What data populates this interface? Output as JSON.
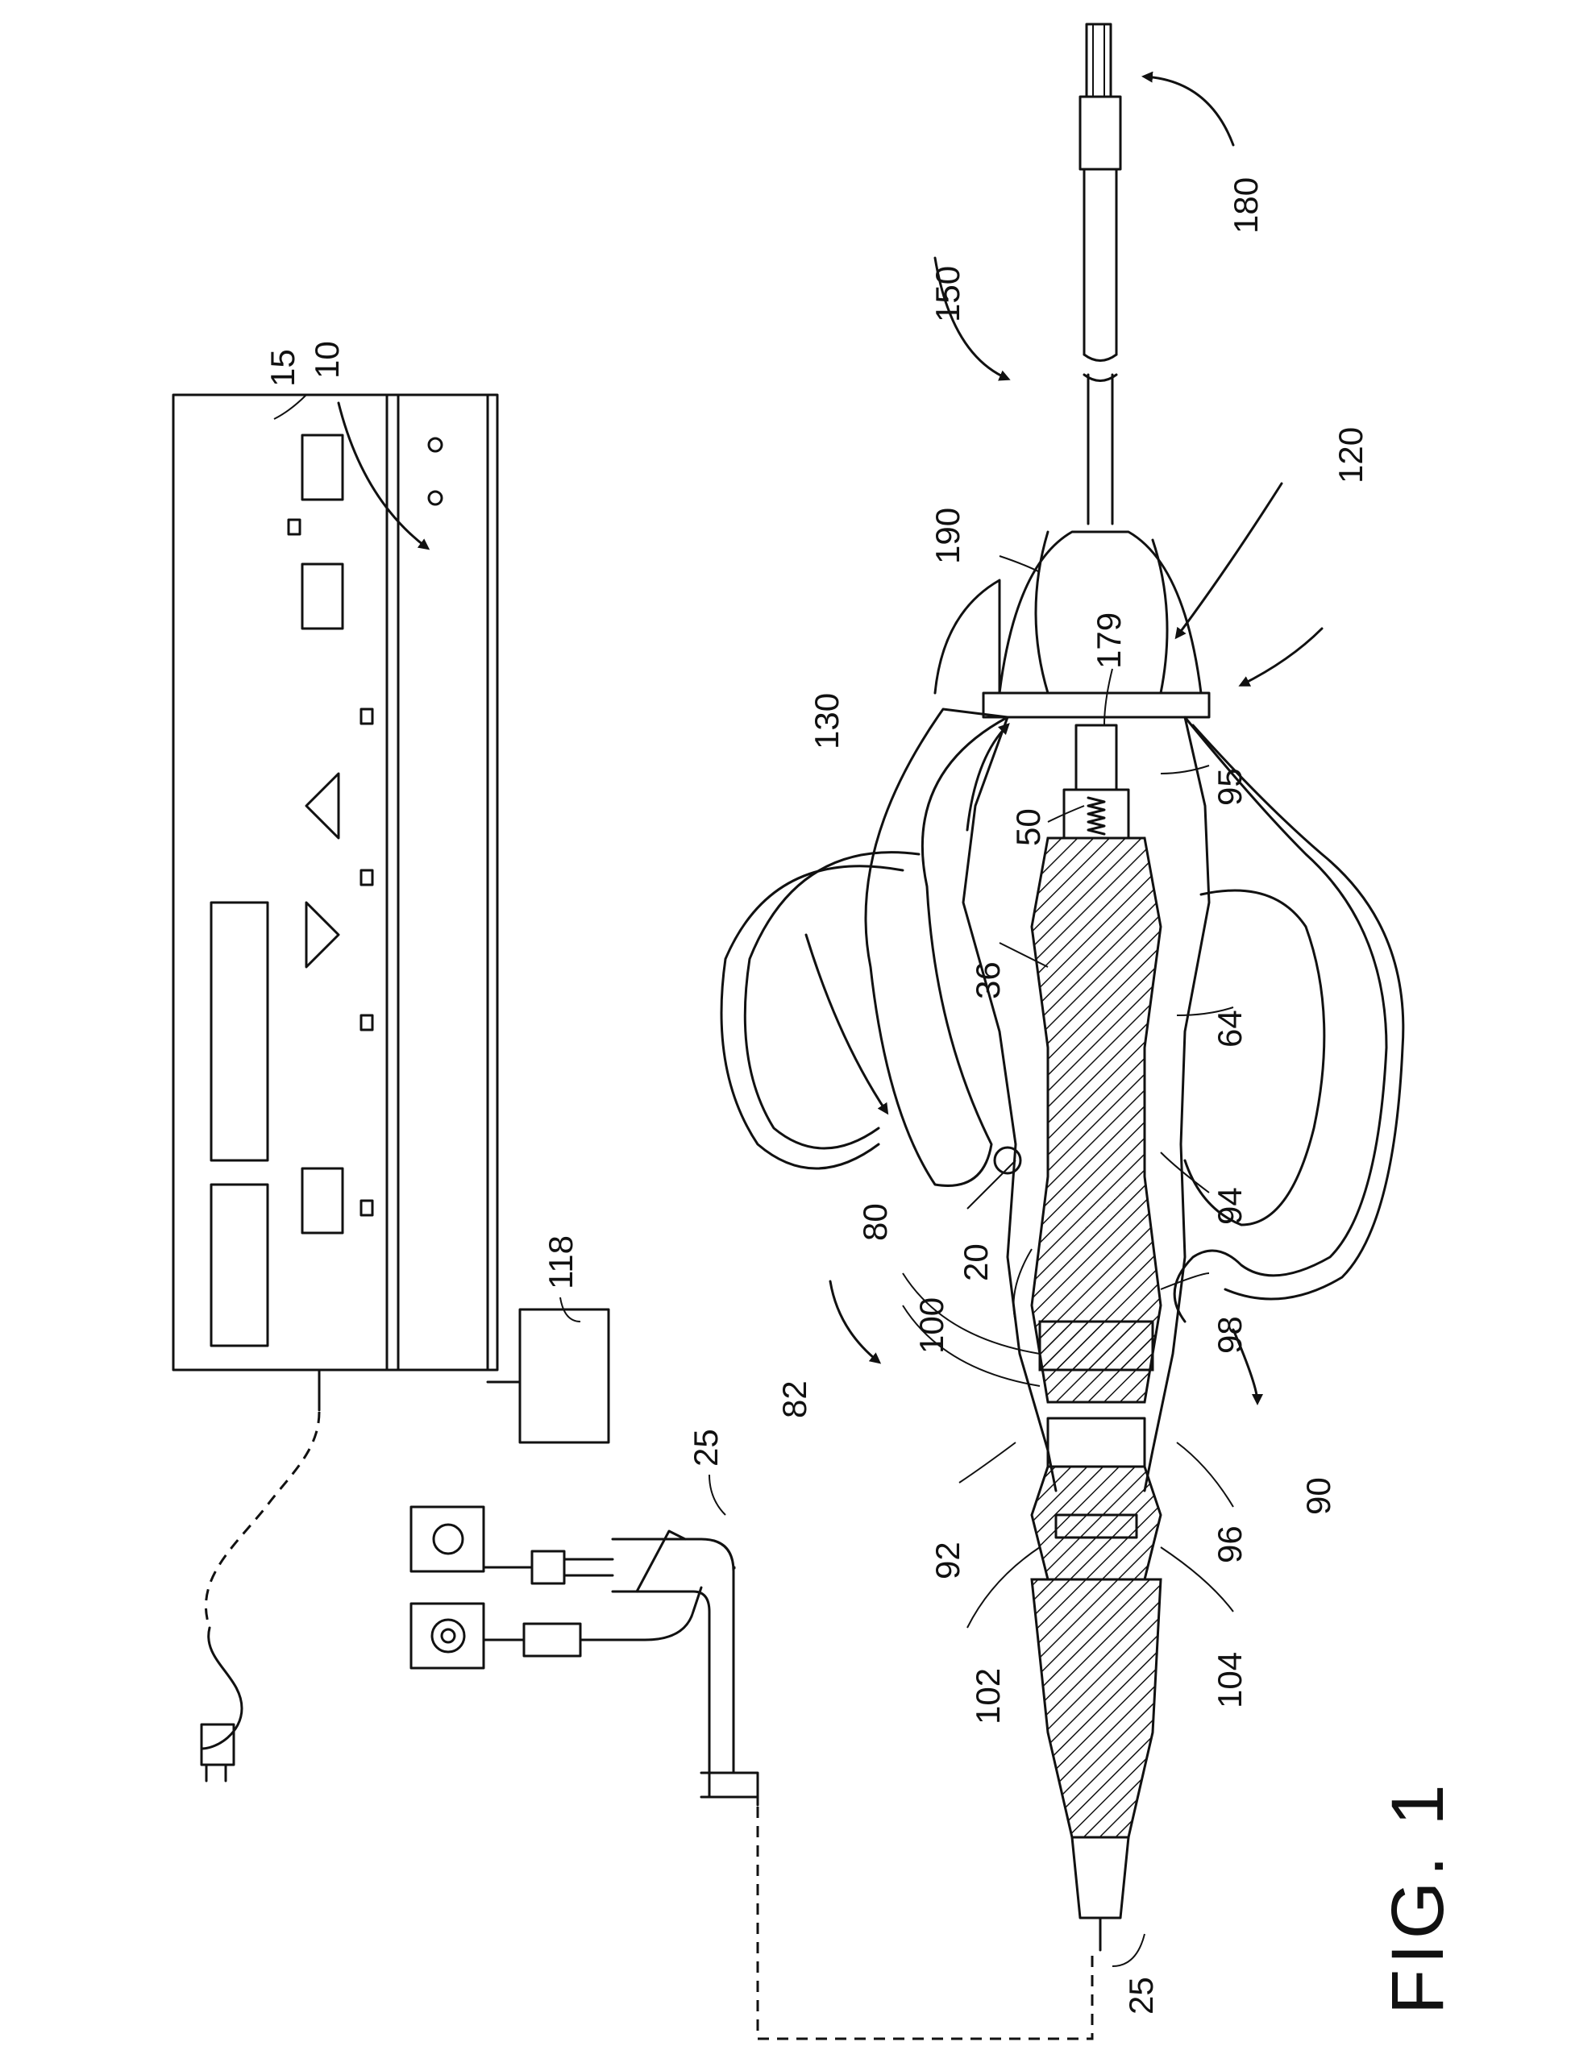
{
  "figure": {
    "caption": "FIG. 1"
  },
  "labels": {
    "l10": "10",
    "l15": "15",
    "l118": "118",
    "l25a": "25",
    "l25b": "25",
    "l82": "82",
    "l90": "90",
    "l92": "92",
    "l96": "96",
    "l98": "98",
    "l100": "100",
    "l20": "20",
    "l102": "102",
    "l104": "104",
    "l80": "80",
    "l94": "94",
    "l36": "36",
    "l64": "64",
    "l50": "50",
    "l95": "95",
    "l130": "130",
    "l179": "179",
    "l190": "190",
    "l120": "120",
    "l150": "150",
    "l180": "180"
  },
  "colors": {
    "ink": "#111111",
    "paper": "#ffffff"
  }
}
